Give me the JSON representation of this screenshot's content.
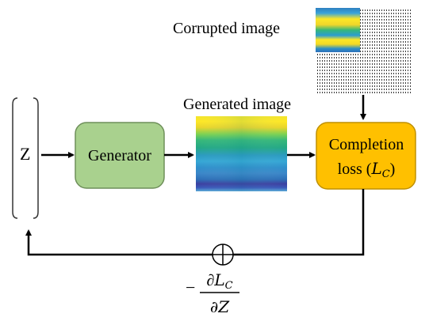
{
  "nodes": {
    "latent": {
      "label": "Z"
    },
    "generator": {
      "label": "Generator",
      "fill": "#A9D18E",
      "stroke": "#6E8F5A"
    },
    "completion_loss": {
      "line1": "Completion",
      "line2_prefix": "loss (",
      "symbol": "L",
      "subscript": "C",
      "suffix": ")",
      "fill": "#FFC000",
      "stroke": "#BF9000"
    }
  },
  "images": {
    "corrupted": {
      "label": "Corrupted image"
    },
    "generated": {
      "label": "Generated image"
    }
  },
  "feedback": {
    "operator": "⊕",
    "gradient": {
      "sign": "−",
      "numerator_partial": "∂",
      "numerator_symbol": "L",
      "numerator_subscript": "C",
      "denominator": "∂Z"
    }
  },
  "colors": {
    "arrow": "#000000",
    "viridis_yellow": "#F6E51B",
    "viridis_green": "#35B779",
    "viridis_teal": "#21908C",
    "viridis_blue": "#31688E",
    "viridis_purple": "#3B528B",
    "viridis_dark": "#440154"
  }
}
